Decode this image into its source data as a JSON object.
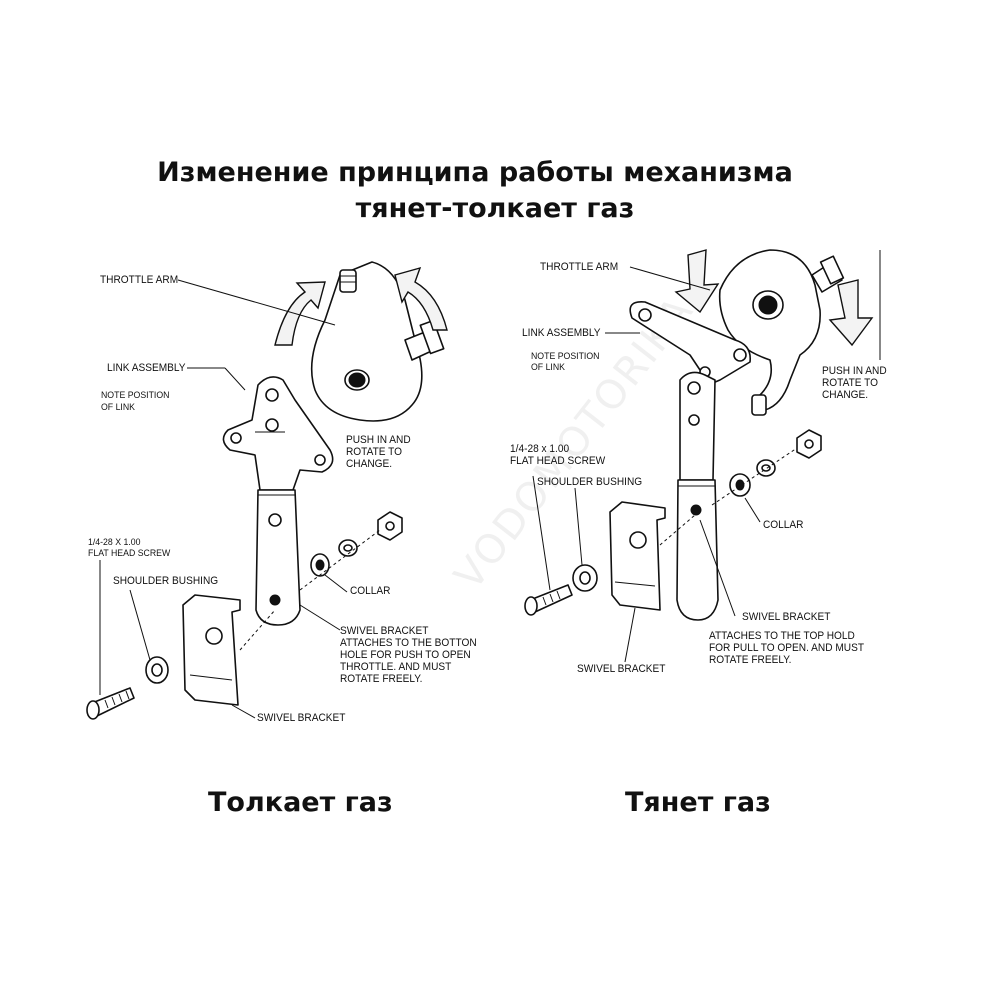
{
  "title": {
    "line1": "Изменение принципа работы механизма",
    "line2": "тянет-толкает газ"
  },
  "watermark": "VODOMOTORIKA",
  "left_diagram": {
    "caption": "Толкает газ",
    "labels": {
      "throttle_arm": "THROTTLE ARM",
      "link_assembly": "LINK ASSEMBLY",
      "note_1": "NOTE POSITION",
      "note_2": "OF LINK",
      "push_1": "PUSH IN AND",
      "push_2": "ROTATE TO",
      "push_3": "CHANGE.",
      "screw_1": "1/4-28 X 1.00",
      "screw_2": "FLAT HEAD SCREW",
      "shoulder_bushing": "SHOULDER BUSHING",
      "collar": "COLLAR",
      "swivel_1": "SWIVEL BRACKET",
      "swivel_2": "ATTACHES TO THE BOTTON",
      "swivel_3": "HOLE FOR PUSH TO OPEN",
      "swivel_4": "THROTTLE. AND MUST",
      "swivel_5": "ROTATE FREELY.",
      "swivel_bracket": "SWIVEL BRACKET"
    }
  },
  "right_diagram": {
    "caption": "Тянет газ",
    "labels": {
      "throttle_arm": "THROTTLE ARM",
      "link_assembly": "LINK ASSEMBLY",
      "note_1": "NOTE POSITION",
      "note_2": "OF LINK",
      "push_1": "PUSH IN AND",
      "push_2": "ROTATE TO",
      "push_3": "CHANGE.",
      "screw_1": "1/4-28 x 1.00",
      "screw_2": "FLAT HEAD SCREW",
      "shoulder_bushing": "SHOULDER BUSHING",
      "collar": "COLLAR",
      "swivel_1": "SWIVEL BRACKET",
      "swivel_2": "ATTACHES TO THE TOP HOLD",
      "swivel_3": "FOR PULL TO OPEN. AND MUST",
      "swivel_4": "ROTATE FREELY.",
      "swivel_bracket": "SWIVEL BRACKET"
    }
  }
}
